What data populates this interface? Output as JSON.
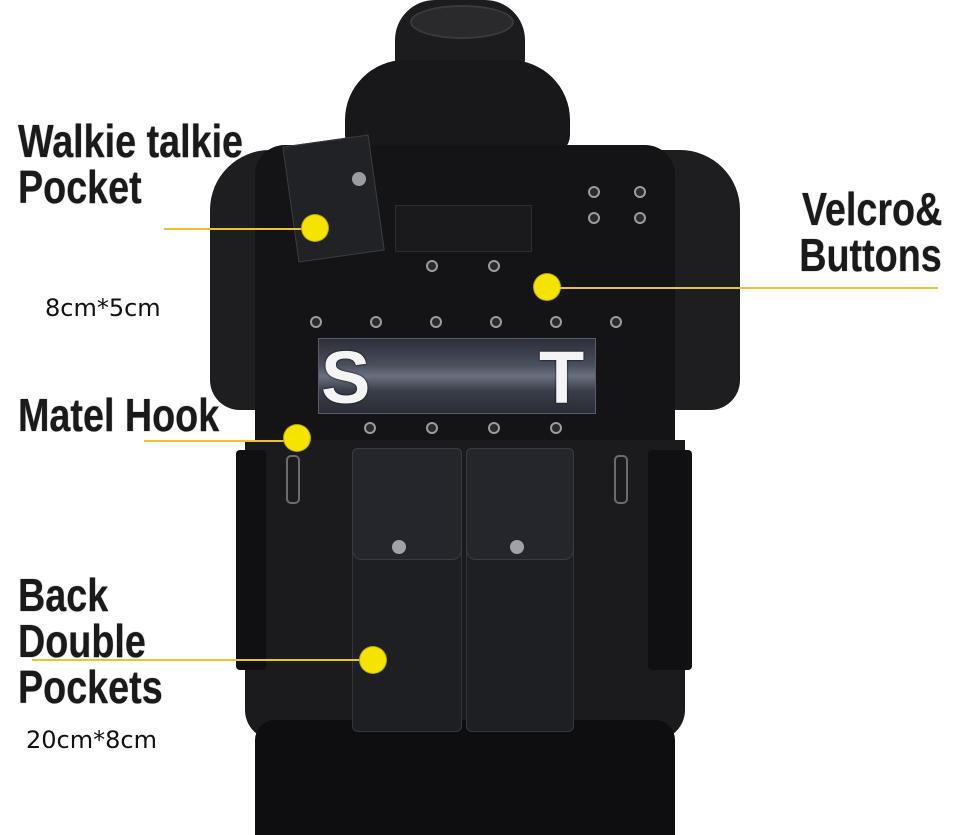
{
  "image": {
    "subject": "Black tactical vest (back view) on mannequin",
    "background_color": "#ffffff",
    "accent_color": "#f5e400",
    "leader_line_color": "#e6c530"
  },
  "patch": {
    "letters": [
      "S",
      "T"
    ],
    "background": "#4a4f5c",
    "letter_color": "#f4f4f4"
  },
  "callouts": [
    {
      "id": "walkie-talkie-pocket",
      "title_lines": [
        "Walkie talkie",
        "Pocket"
      ],
      "dimension": "8cm*5cm",
      "side": "left"
    },
    {
      "id": "velcro-buttons",
      "title_lines": [
        "Velcro&",
        "Buttons"
      ],
      "dimension": "",
      "side": "right"
    },
    {
      "id": "metal-hook",
      "title_lines": [
        "Matel Hook"
      ],
      "dimension": "",
      "side": "left"
    },
    {
      "id": "back-double-pockets",
      "title_lines": [
        "Back",
        "Double",
        "Pockets"
      ],
      "dimension": "20cm*8cm",
      "side": "left"
    }
  ]
}
